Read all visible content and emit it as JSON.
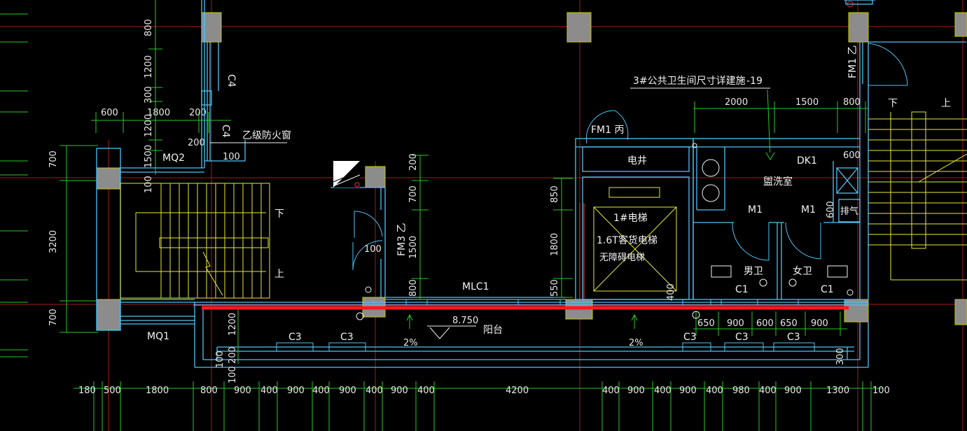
{
  "colors": {
    "background": "#000000",
    "wall": "#4fc3f7",
    "axis": "#b02020",
    "dimension": "#28c828",
    "stairs": "#e8e83a",
    "column": "#8c8c8c",
    "highlight": "#ff1a1a",
    "text": "#f2f2f2"
  },
  "labels": {
    "note_public_wc": "3#公共卫生间尺寸详建施",
    "note_ref": "-19",
    "fire_window": "乙级防火窗",
    "mq2": "MQ2",
    "mq1": "MQ1",
    "c4_top": "C4",
    "c4_mid": "C4",
    "fm1_top": "FM1 乙",
    "fm1_mid": "FM1 丙",
    "electric_shaft": "电井",
    "dk1": "DK1",
    "washroom": "盥洗室",
    "m1_left": "M1",
    "m1_right": "M1",
    "duct": "排气",
    "elevator_1": "1#电梯",
    "elevator_2": "1.6T客货电梯",
    "elevator_3": "无障碍电梯",
    "fm3": "FM3 乙",
    "mlc1": "MLC1",
    "male_wc": "男卫",
    "female_wc": "女卫",
    "c1_left": "C1",
    "c1_right": "C1",
    "balcony": "阳台",
    "elev_mark": "8.750",
    "slope_1": "2%",
    "slope_2": "2%",
    "stair_down_left": "下",
    "stair_up_left": "上",
    "stair_down_right": "下",
    "stair_up_right": "上",
    "c3_1": "C3",
    "c3_2": "C3",
    "c3_3": "C3",
    "c3_4": "C3",
    "c3_5": "C3"
  },
  "dims_bottom": [
    "180",
    "500",
    "1800",
    "800",
    "900",
    "400",
    "900",
    "400",
    "900",
    "400",
    "900",
    "400",
    "4200",
    "400",
    "900",
    "400",
    "900",
    "400",
    "980",
    "400",
    "900",
    "1300",
    "100"
  ],
  "dims_left": [
    "700",
    "3200",
    "700"
  ],
  "dims_top_left": [
    "600",
    "1800",
    "200",
    "100"
  ],
  "dims_vertical_top": [
    "800",
    "1200",
    "300",
    "1200",
    "200",
    "1500",
    "100"
  ],
  "dims_door": [
    "200",
    "700",
    "1500",
    "800",
    "100"
  ],
  "dims_elevator": [
    "850",
    "1800",
    "550",
    "400"
  ],
  "dims_wc_top": [
    "2000",
    "1500",
    "800"
  ],
  "dims_wc_right": [
    "600",
    "600"
  ],
  "dims_balcony": [
    "650",
    "900",
    "600",
    "650",
    "900"
  ],
  "dims_misc": [
    "1200",
    "300",
    "100",
    "200",
    "100"
  ]
}
